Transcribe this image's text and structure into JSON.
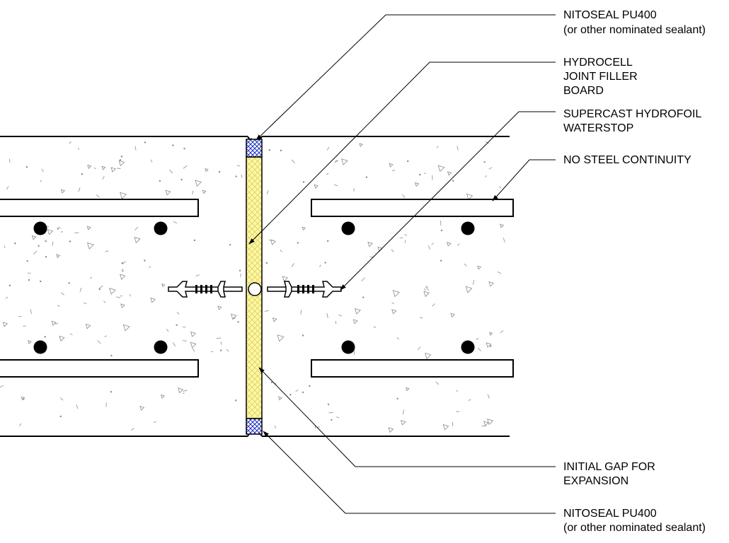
{
  "colors": {
    "line": "#000000",
    "filler_board": "#fdf7a6",
    "filler_hatch": "#d9c94a",
    "sealant_fill": "#ffffff",
    "sealant_hatch": "#1a2fc2",
    "aggregate": "#8a8a8a",
    "background": "#ffffff"
  },
  "callouts": {
    "sealant_top": {
      "line1": "NITOSEAL PU400",
      "line2": "(or other nominated sealant)"
    },
    "filler_board": {
      "line1": "HYDROCELL",
      "line2": "JOINT FILLER",
      "line3": "BOARD"
    },
    "waterstop": {
      "line1": "SUPERCAST HYDROFOIL",
      "line2": "WATERSTOP"
    },
    "no_steel": {
      "line1": "NO STEEL CONTINUITY"
    },
    "initial_gap": {
      "line1": "INITIAL GAP FOR",
      "line2": "EXPANSION"
    },
    "sealant_bottom": {
      "line1": "NITOSEAL PU400",
      "line2": "(or other nominated sealant)"
    }
  }
}
